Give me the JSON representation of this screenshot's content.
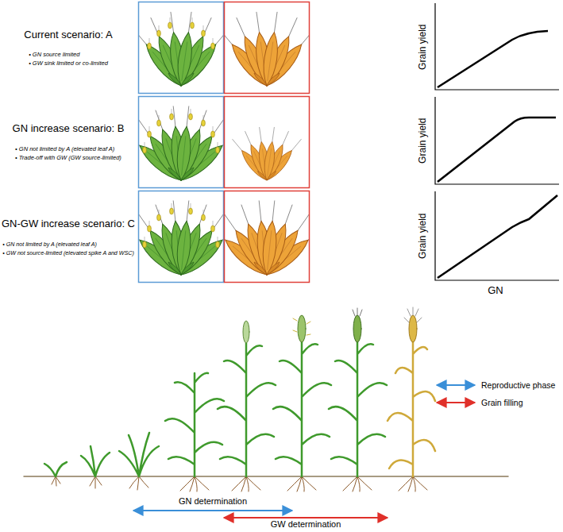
{
  "diagram": {
    "labels": [
      "Current scenario: A",
      "• GN source limited",
      "• GW sink limited or co-limited",
      "Grain yield",
      "GN increase scenario: B",
      "• GN not limited by A (elevated leaf A)",
      "• Trade-off with GW (GW source-limited)",
      "Grain yield",
      "GN-GW increase scenario: C",
      "• GN not limited by A (elevated leaf A)",
      "• GW not source-limited (elevated spike A and WSC)",
      "Grain yield",
      "GN",
      "GN determination",
      "GW determination"
    ],
    "legend": [
      {
        "text": "Reproductive phase"
      },
      {
        "text": "Grain filling"
      }
    ]
  }
}
